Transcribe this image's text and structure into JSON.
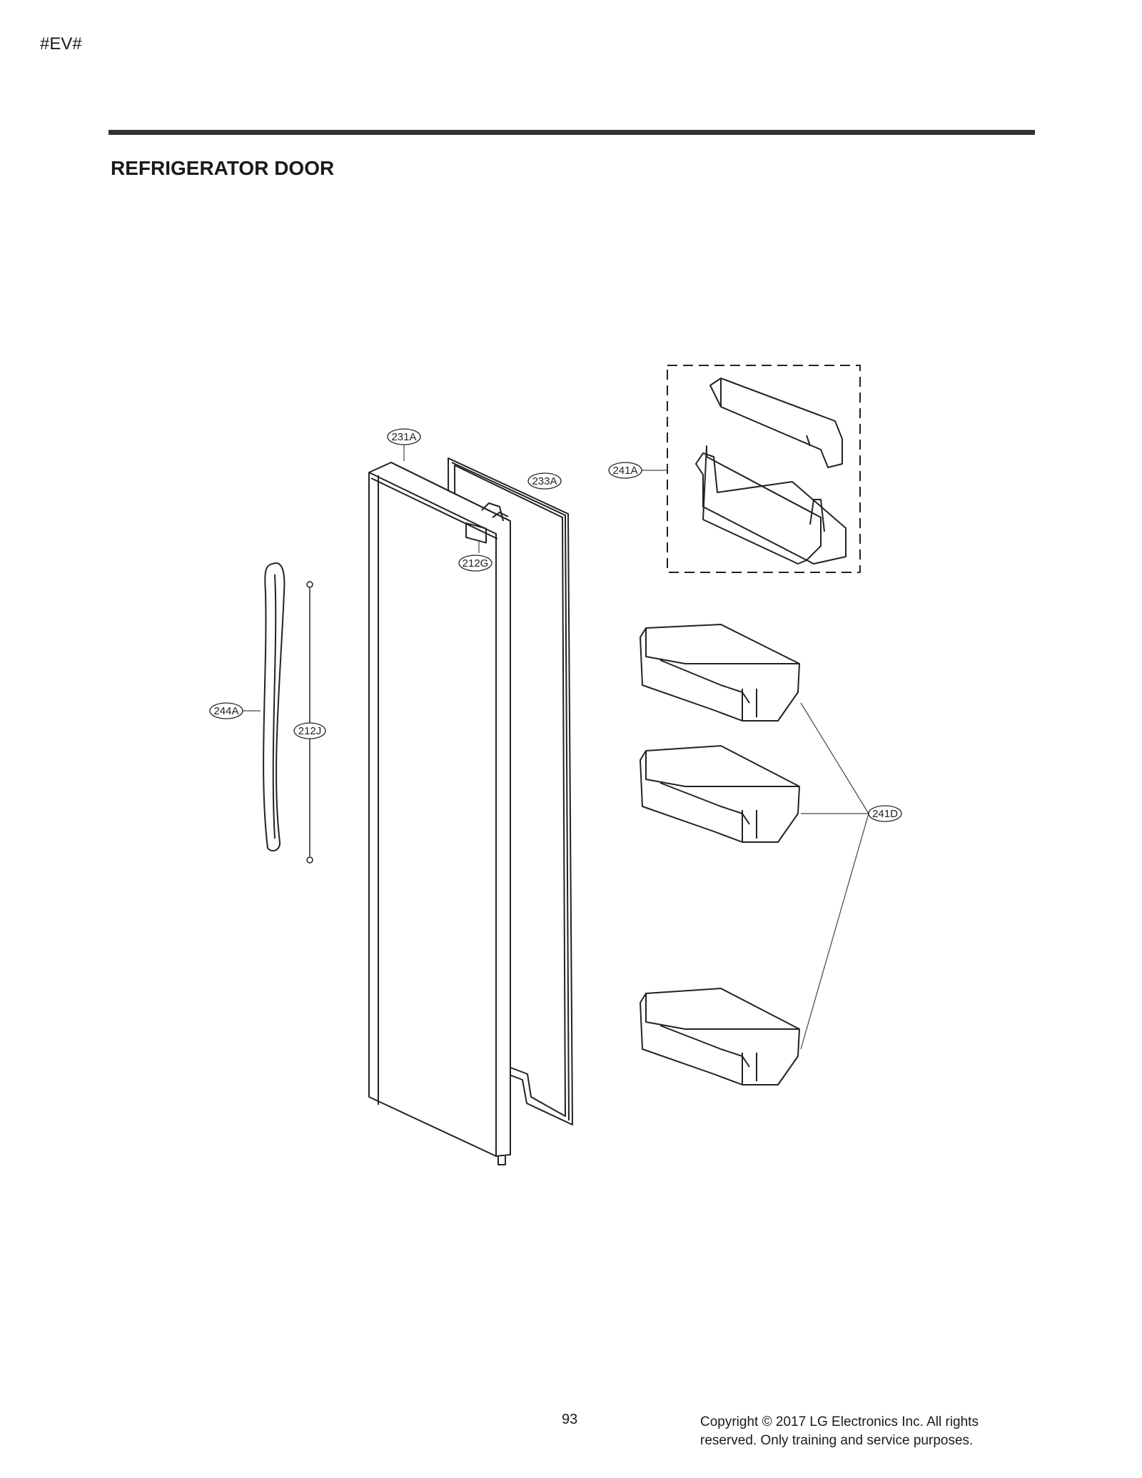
{
  "header": {
    "code": "#EV#"
  },
  "section": {
    "title": "REFRIGERATOR DOOR"
  },
  "callouts": {
    "door": "231A",
    "gasket": "233A",
    "basket_cover": "241A",
    "door_bins": "241D",
    "label": "212G",
    "handle": "244A",
    "screws": "212J"
  },
  "footer": {
    "page_number": "93",
    "copyright_line1": "Copyright © 2017 LG Electronics Inc. All rights",
    "copyright_line2": "reserved. Only training and service purposes."
  }
}
